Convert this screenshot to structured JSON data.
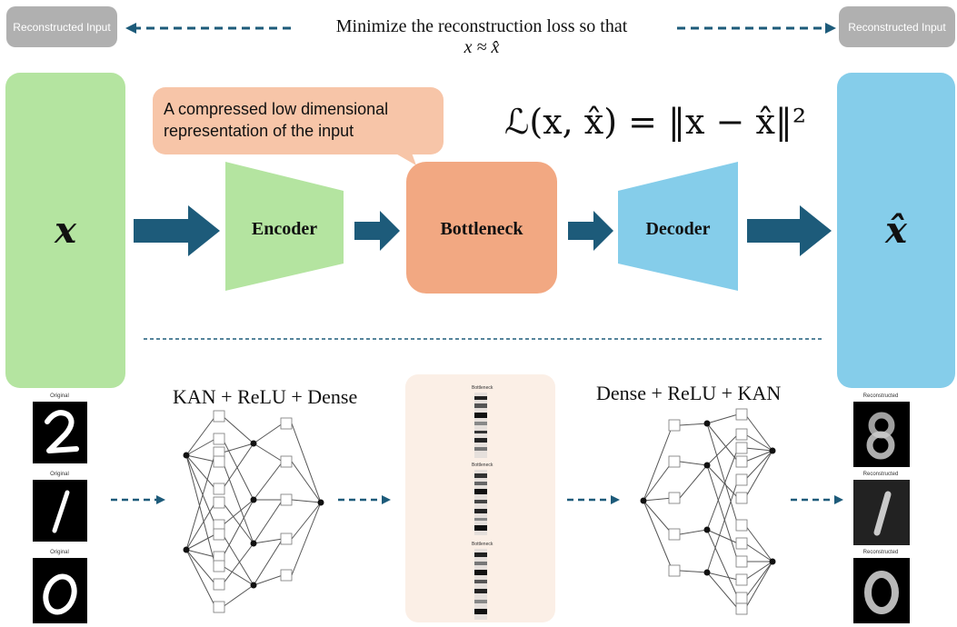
{
  "top": {
    "left_pill": "Reconstructed Input",
    "right_pill": "Reconstructed Input",
    "note_line1": "Minimize the reconstruction loss so that",
    "note_line2": "x ≈ x̂"
  },
  "input_var": "x",
  "output_var": "x̂",
  "callout": "A compressed low dimensional representation of the input",
  "formula": "ℒ(x, x̂) = ‖x − x̂‖²",
  "blocks": {
    "encoder": "Encoder",
    "bottleneck": "Bottleneck",
    "decoder": "Decoder"
  },
  "bottom": {
    "encoder_desc": "KAN + ReLU + Dense",
    "decoder_desc": "Dense + ReLU + KAN",
    "original_caption": "Original",
    "bottleneck_caption": "Bottleneck",
    "reconstructed_caption": "Reconstructed",
    "original_digits": [
      "2",
      "/",
      "0"
    ],
    "reconstructed_digits": [
      "8",
      "/",
      "0"
    ]
  },
  "colors": {
    "green": "#b4e4a0",
    "blue": "#85cdea",
    "orange": "#f2a882",
    "light_orange": "#f7c5a8",
    "arrow": "#1d5b7a",
    "pill": "#b0b0b0",
    "panel": "#fbefe6"
  }
}
